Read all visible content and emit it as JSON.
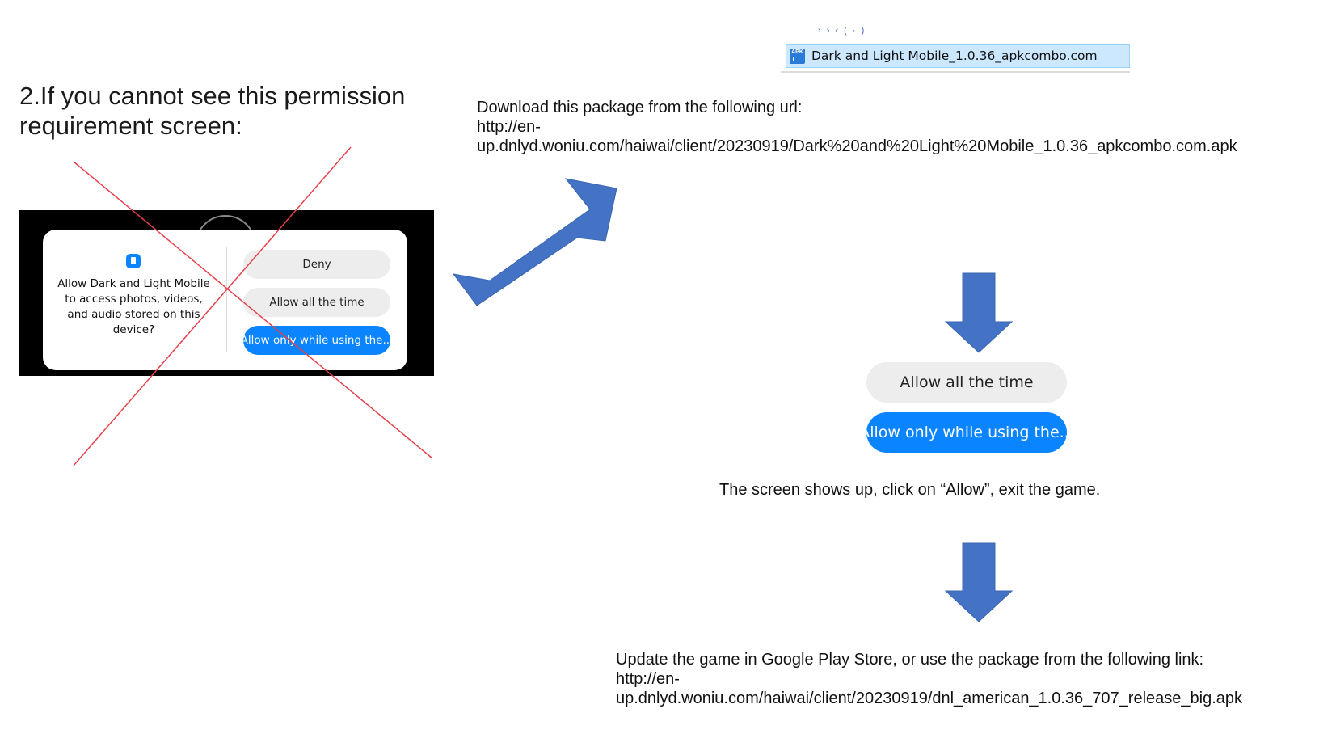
{
  "step_heading": "2.If you cannot see this permission requirement screen:",
  "permission_dialog": {
    "message": "Allow Dark and Light Mobile to access photos, videos, and audio stored on this device?",
    "deny_label": "Deny",
    "allow_all_label": "Allow all the time",
    "allow_while_using_label": "Allow only while using the..."
  },
  "file_explorer": {
    "crumb": "› › ‹ ( · )",
    "icon_label": "APK",
    "file_name": "Dark and Light Mobile_1.0.36_apkcombo.com"
  },
  "download": {
    "line1": "Download this package from the following url:",
    "line2": "http://en-",
    "line3": "up.dnlyd.woniu.com/haiwai/client/20230919/Dark%20and%20Light%20Mobile_1.0.36_apkcombo.com.apk"
  },
  "zoomed_buttons": {
    "allow_all_label": "Allow all the time",
    "allow_while_using_label": "Allow only while using the..."
  },
  "screen_note": "The screen shows up, click on “Allow”, exit the game.",
  "update": {
    "line1": "Update the game in Google Play Store, or use the package from the following link:",
    "line2": "http://en-",
    "line3": "up.dnlyd.woniu.com/haiwai/client/20230919/dnl_american_1.0.36_707_release_big.apk"
  },
  "colors": {
    "arrow_blue": "#4472c4",
    "cross_red": "#e8404a",
    "button_blue": "#0a84ff",
    "file_highlight": "#cce8ff"
  }
}
